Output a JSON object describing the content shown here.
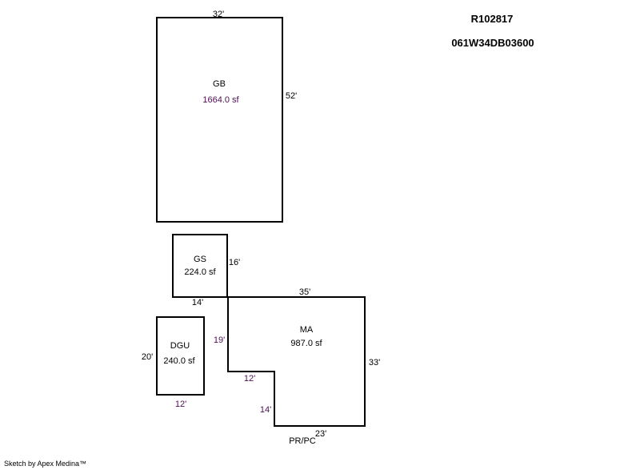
{
  "header": {
    "account": "R102817",
    "map_tax_lot": "061W34DB03600"
  },
  "areas": {
    "gb": {
      "code": "GB",
      "area": "1664.0 sf",
      "dims": [
        "32'",
        "52'"
      ]
    },
    "gs": {
      "code": "GS",
      "area": "224.0 sf",
      "dims": [
        "16'",
        "14'"
      ]
    },
    "ma": {
      "code": "MA",
      "area": "987.0 sf",
      "dims": [
        "35'",
        "33'",
        "19'",
        "12'",
        "14'",
        "23'"
      ],
      "sub_label": "PR/PC"
    },
    "dgu": {
      "code": "DGU",
      "area": "240.0 sf",
      "dims": [
        "20'",
        "12'"
      ]
    }
  },
  "footer": {
    "credit": "Sketch by Apex Medina™"
  }
}
